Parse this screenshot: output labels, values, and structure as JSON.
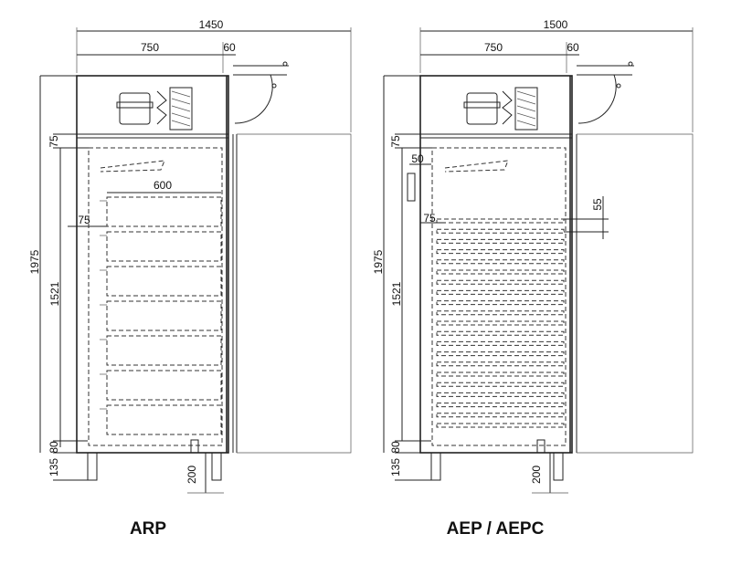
{
  "left": {
    "model": "ARP",
    "dims": {
      "overall_width": "1450",
      "body_width": "750",
      "door_gap": "60",
      "tray_width": "600",
      "top_offset": "75",
      "rail_offset": "75",
      "height": "1975",
      "inner_height": "1521",
      "base_80": "80",
      "base_135": "135",
      "foot": "200"
    }
  },
  "right": {
    "model": "AEP / AEPC",
    "dims": {
      "overall_width": "1500",
      "body_width": "750",
      "door_gap": "60",
      "side_50": "50",
      "pitch_55": "55",
      "top_offset": "75",
      "rail_offset": "75",
      "height": "1975",
      "inner_height": "1521",
      "base_80": "80",
      "base_135": "135",
      "foot": "200"
    }
  }
}
